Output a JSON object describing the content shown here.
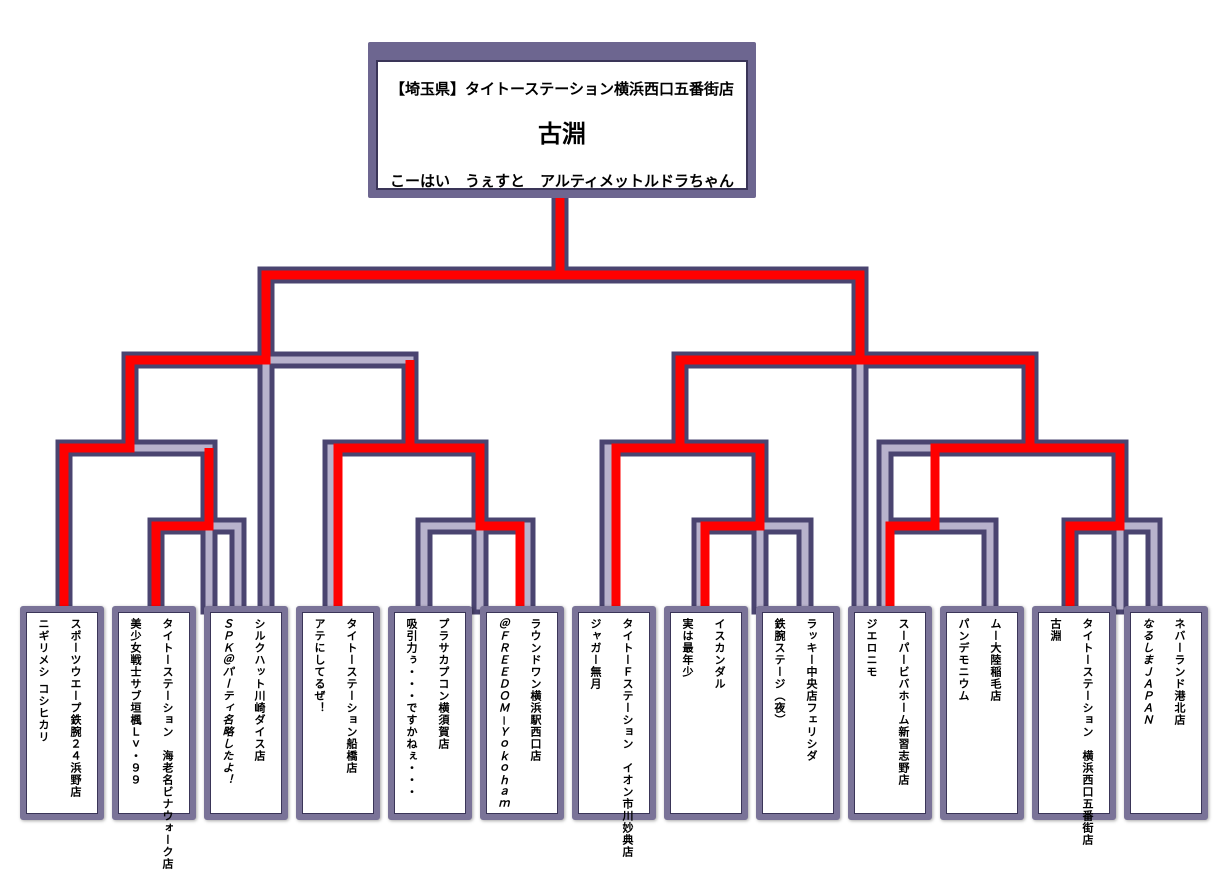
{
  "champion": {
    "venue": "【埼玉県】タイトーステーション横浜西口五番街店",
    "team": "古淵",
    "members": "こーはい　うぇすと　アルティメットルドラちゃん"
  },
  "teams": [
    {
      "venue": "スポーツウエープ鉄腕２４浜野店",
      "team": "ニギリメシ コシヒカリ"
    },
    {
      "venue": "タイトーステーション　海老名ビナウォーク店",
      "team": "美少女戦士サブ垣楓Ｌｖ・９９"
    },
    {
      "venue": "シルクハット川崎ダイス店",
      "team": "ＳＰＫ＠パーティ名略したよ！"
    },
    {
      "venue": "タイトーステーション船橋店",
      "team": "アテにしてるぜ！"
    },
    {
      "venue": "プラサカプコン横須賀店",
      "team": "吸引力ぅ・・・ですかねぇ・・・"
    },
    {
      "venue": "ラウンドワン横浜駅西口店",
      "team": "＠ＦＲＥＥＤＯＭ－Ｙｏｋｏｈａｍ"
    },
    {
      "venue": "タイトーＦステーション　イオン市川妙典店",
      "team": "ジャガー無月"
    },
    {
      "venue": "イスカンダル",
      "team": "実は最年少"
    },
    {
      "venue": "ラッキー中央店フェリシダ",
      "team": "鉄腕ステージ（夜）"
    },
    {
      "venue": "スーパービバホーム新習志野店",
      "team": "ジエロニモ"
    },
    {
      "venue": "ムー大陸稲毛店",
      "team": "パンデモニウム"
    },
    {
      "venue": "タイトーステーション　横浜西口五番街店",
      "team": "古淵"
    },
    {
      "venue": "ネバーランド港北店",
      "team": "なるしまＪＡＰＡＮ"
    }
  ],
  "colors": {
    "frame_dark": "#4a4470",
    "frame_light": "#b8b2cc",
    "winner_path": "#ff0000"
  }
}
